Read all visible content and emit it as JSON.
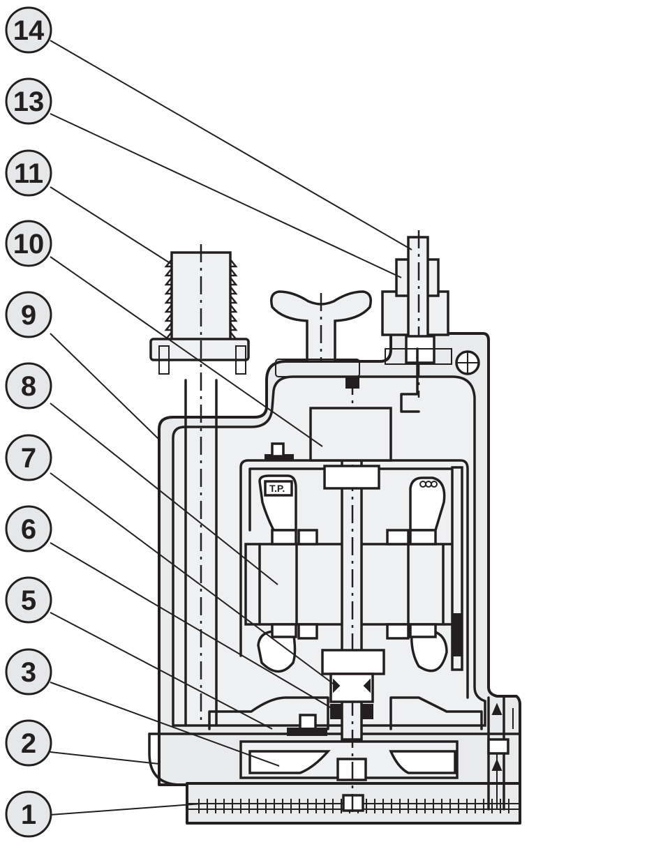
{
  "callouts": [
    {
      "id": "c14",
      "label": "14"
    },
    {
      "id": "c13",
      "label": "13"
    },
    {
      "id": "c11",
      "label": "11"
    },
    {
      "id": "c10",
      "label": "10"
    },
    {
      "id": "c9",
      "label": "9"
    },
    {
      "id": "c8",
      "label": "8"
    },
    {
      "id": "c7",
      "label": "7"
    },
    {
      "id": "c6",
      "label": "6"
    },
    {
      "id": "c5",
      "label": "5"
    },
    {
      "id": "c3",
      "label": "3"
    },
    {
      "id": "c2",
      "label": "2"
    },
    {
      "id": "c1",
      "label": "1"
    }
  ],
  "stator_marking": "T.P."
}
